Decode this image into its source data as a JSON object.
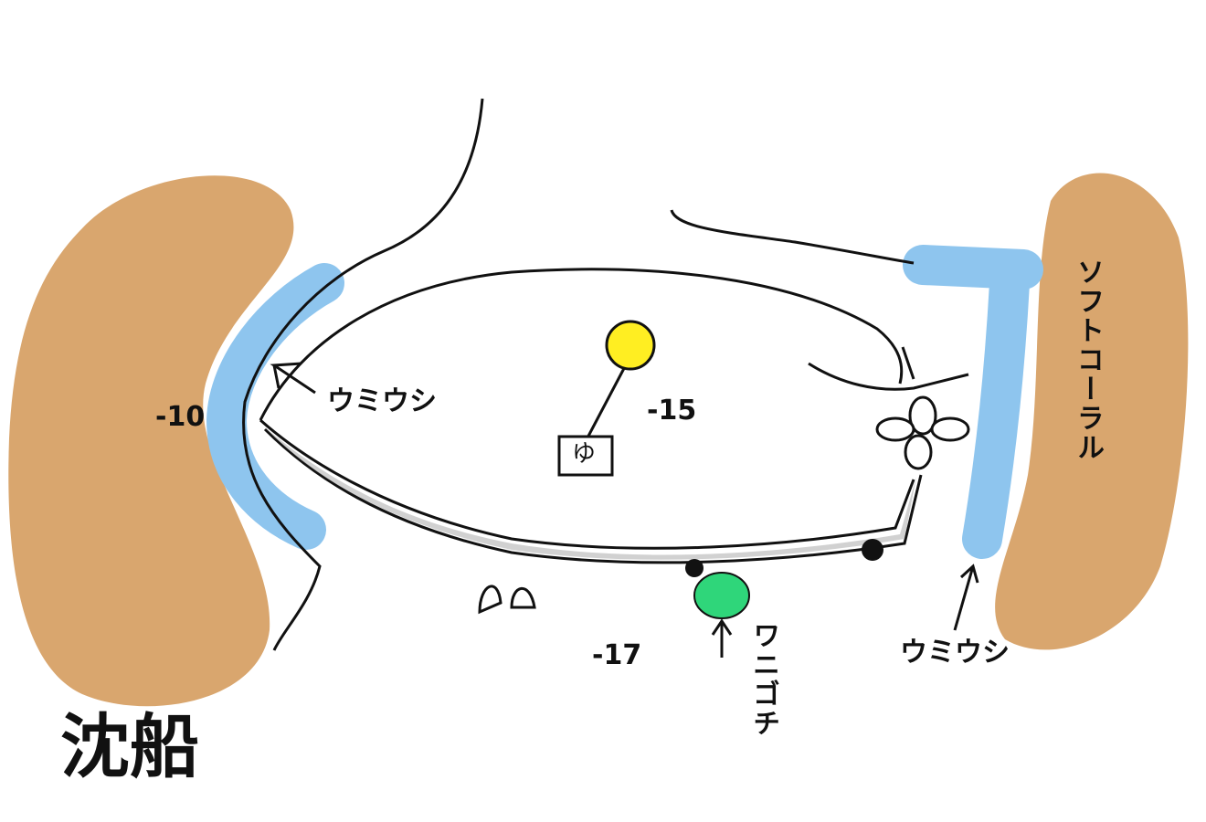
{
  "title": "沈船",
  "depths": {
    "left": "-10",
    "center": "-15",
    "bottom": "-17"
  },
  "labels": {
    "nudibranch_left": "ウミウシ",
    "nudibranch_right": "ウミウシ",
    "crocodile_fish": "ワニゴチ",
    "soft_coral": "ソフトコーラル",
    "buoy_mark": "ゆ"
  },
  "colors": {
    "rock": "#D9A66E",
    "nudibranch_zone": "#8EC5EE",
    "buoy": "#FFEE22",
    "crocodile_fish": "#2FD67A",
    "hull_shade": "#BDBDBD"
  }
}
